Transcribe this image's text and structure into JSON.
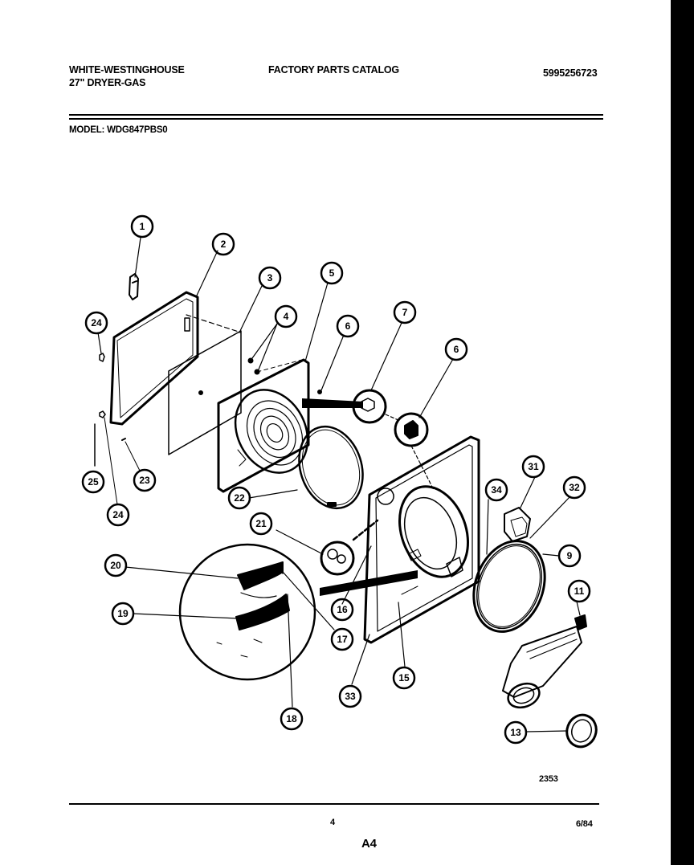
{
  "header": {
    "brand": "WHITE-WESTINGHOUSE",
    "product": "27\" DRYER-GAS",
    "catalog_title": "FACTORY PARTS CATALOG",
    "catalog_number": "5995256723",
    "model_label": "MODEL: WDG847PBS0"
  },
  "diagram": {
    "drawing_number": "2353",
    "callouts": [
      {
        "id": "c1",
        "label": "1"
      },
      {
        "id": "c2",
        "label": "2"
      },
      {
        "id": "c3",
        "label": "3"
      },
      {
        "id": "c4",
        "label": "4"
      },
      {
        "id": "c5",
        "label": "5"
      },
      {
        "id": "c6a",
        "label": "6"
      },
      {
        "id": "c7",
        "label": "7"
      },
      {
        "id": "c6b",
        "label": "6"
      },
      {
        "id": "c24a",
        "label": "24"
      },
      {
        "id": "c23",
        "label": "23"
      },
      {
        "id": "c25",
        "label": "25"
      },
      {
        "id": "c24b",
        "label": "24"
      },
      {
        "id": "c22",
        "label": "22"
      },
      {
        "id": "c21",
        "label": "21"
      },
      {
        "id": "c31",
        "label": "31"
      },
      {
        "id": "c34",
        "label": "34"
      },
      {
        "id": "c32",
        "label": "32"
      },
      {
        "id": "c9",
        "label": "9"
      },
      {
        "id": "c11",
        "label": "11"
      },
      {
        "id": "c20",
        "label": "20"
      },
      {
        "id": "c19",
        "label": "19"
      },
      {
        "id": "c16",
        "label": "16"
      },
      {
        "id": "c17",
        "label": "17"
      },
      {
        "id": "c15",
        "label": "15"
      },
      {
        "id": "c33",
        "label": "33"
      },
      {
        "id": "c18",
        "label": "18"
      },
      {
        "id": "c13",
        "label": "13"
      }
    ]
  },
  "footer": {
    "page_number": "4",
    "date": "6/84",
    "section": "A4"
  }
}
